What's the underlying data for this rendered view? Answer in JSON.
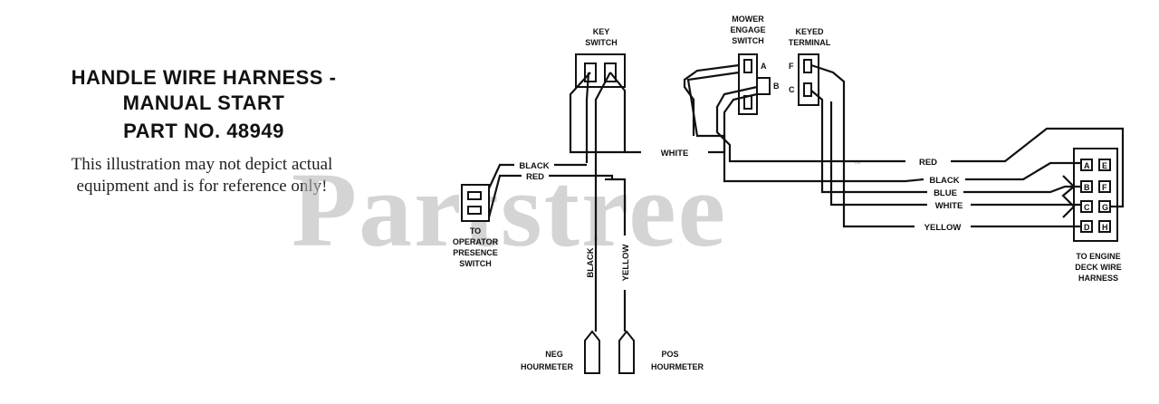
{
  "title": {
    "line1": "HANDLE WIRE HARNESS -",
    "line2": "MANUAL START",
    "line3": "PART NO. 48949"
  },
  "disclaimer": {
    "line1": "This illustration may not depict actual",
    "line2": "equipment and is for reference only!"
  },
  "watermark": {
    "text": "Partstree",
    "mark": "™"
  },
  "components": {
    "key_switch": {
      "line1": "KEY",
      "line2": "SWITCH"
    },
    "mower_engage_switch": {
      "line1": "MOWER",
      "line2": "ENGAGE",
      "line3": "SWITCH",
      "pin_a": "A",
      "pin_b": "B"
    },
    "keyed_terminal": {
      "line1": "KEYED",
      "line2": "TERMINAL",
      "pin_f": "F",
      "pin_c": "C"
    },
    "operator_presence": {
      "line1": "TO",
      "line2": "OPERATOR",
      "line3": "PRESENCE",
      "line4": "SWITCH"
    },
    "engine_deck": {
      "line1": "TO ENGINE",
      "line2": "DECK WIRE",
      "line3": "HARNESS",
      "pins": [
        "A",
        "B",
        "C",
        "D"
      ],
      "pins_right": [
        "E",
        "F",
        "G",
        "H"
      ]
    },
    "neg_hourmeter": {
      "line1": "NEG",
      "line2": "HOURMETER"
    },
    "pos_hourmeter": {
      "line1": "POS",
      "line2": "HOURMETER"
    }
  },
  "wires": {
    "white_top": "WHITE",
    "black_ops": "BLACK",
    "red_ops": "RED",
    "red_right": "RED",
    "black_right": "BLACK",
    "blue_right": "BLUE",
    "white_right": "WHITE",
    "yellow_right": "YELLOW",
    "black_vert": "BLACK",
    "yellow_vert": "YELLOW"
  },
  "colors": {
    "ink": "#111111",
    "watermark": "#b9b9b9",
    "background": "#ffffff"
  }
}
